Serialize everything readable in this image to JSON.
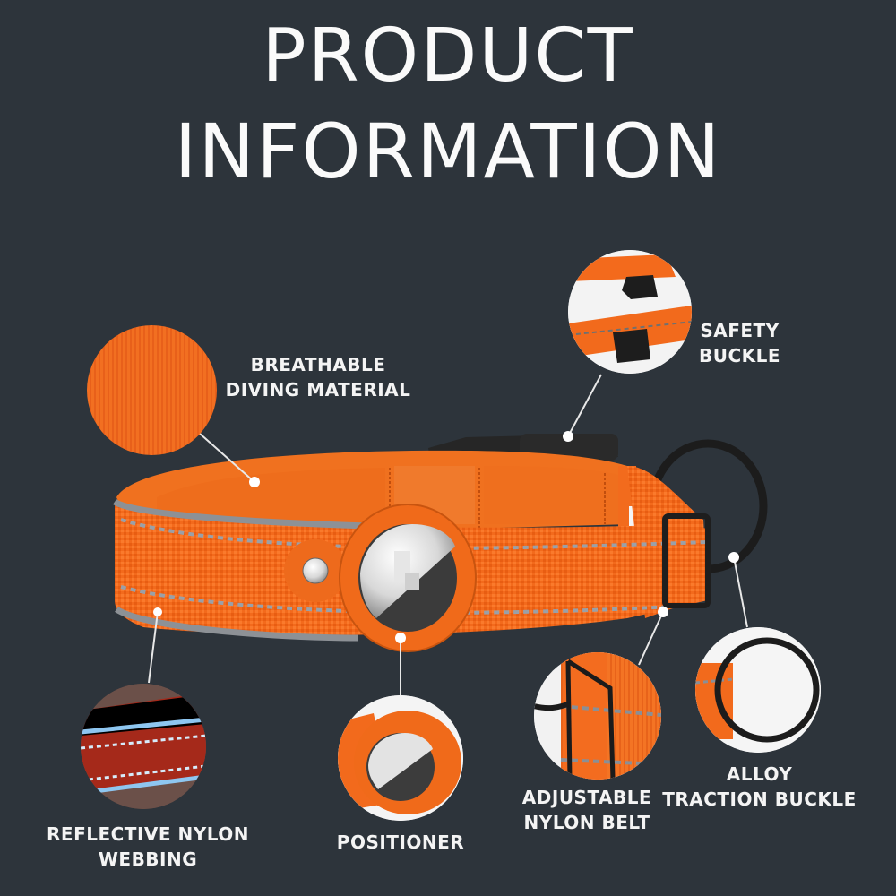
{
  "header": {
    "title_line1": "PRODUCT",
    "title_line2": "INFORMATION"
  },
  "colors": {
    "background": "#2d343b",
    "collar_orange": "#f26b1d",
    "reflective_gray": "#8a8f96",
    "text": "#f4f4f4"
  },
  "features": [
    {
      "id": "breathable",
      "label_line1": "BREATHABLE",
      "label_line2": "DIVING MATERIAL",
      "icon": "fabric-texture-icon"
    },
    {
      "id": "safety-buckle",
      "label_line1": "SAFETY",
      "label_line2": "BUCKLE",
      "icon": "side-release-buckle-icon"
    },
    {
      "id": "reflective",
      "label_line1": "REFLECTIVE NYLON",
      "label_line2": "WEBBING",
      "icon": "reflective-webbing-icon"
    },
    {
      "id": "positioner",
      "label_line1": "POSITIONER",
      "label_line2": "",
      "icon": "tracker-holder-icon"
    },
    {
      "id": "adjustable",
      "label_line1": "ADJUSTABLE",
      "label_line2": "NYLON BELT",
      "icon": "slide-buckle-icon"
    },
    {
      "id": "alloy",
      "label_line1": "ALLOY",
      "label_line2": "TRACTION BUCKLE",
      "icon": "d-ring-icon"
    }
  ]
}
